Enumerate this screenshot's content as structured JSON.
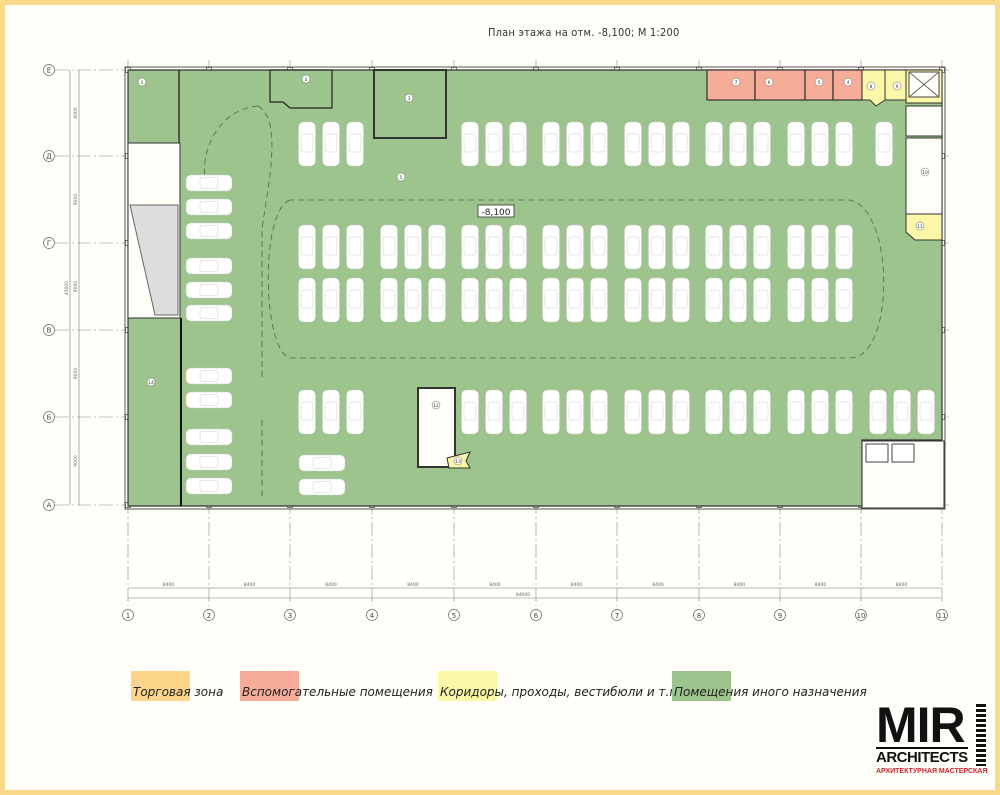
{
  "title": "План  этажа на отм. -8,100;  М 1:200",
  "elevation_mark": "-8,100",
  "colors": {
    "trade": "#fdd58a",
    "auxiliary": "#f6ad98",
    "corridors": "#faf7a6",
    "other": "#9cc48c",
    "page_border": "#fbd98a"
  },
  "axes": {
    "columns": [
      "1",
      "2",
      "3",
      "4",
      "5",
      "6",
      "7",
      "8",
      "9",
      "10",
      "11"
    ],
    "rows": [
      "Е",
      "Д",
      "Г",
      "В",
      "Б",
      "А"
    ]
  },
  "dimensions": {
    "column_span": "8400",
    "column_total": "84000",
    "row_span": "9000",
    "row_total": "45000"
  },
  "rooms": {
    "left_top": "1",
    "left_service": "2",
    "top_center": "3",
    "aux_4": "4",
    "aux_5": "5",
    "aux_6": "6",
    "aux_7": "7",
    "corr_8": "8",
    "corr_9": "9",
    "stair_10": "10",
    "corr_11": "11",
    "stair_12": "12",
    "vest_13": "13",
    "parking": "5",
    "left_bottom": "14"
  },
  "legend": [
    {
      "label": "Торговая зона",
      "color": "#fdd58a"
    },
    {
      "label": "Вспомогательные помещения",
      "color": "#f6ad98"
    },
    {
      "label": "Коридоры, проходы, вестибюли и т.п.",
      "color": "#faf7a6"
    },
    {
      "label": "Помещения иного назначения",
      "color": "#9cc48c"
    }
  ],
  "logo": {
    "main": "MIR",
    "sub": "ARCHITECTS",
    "tagline": "АРХИТЕКТУРНАЯ МАСТЕРСКАЯ"
  }
}
